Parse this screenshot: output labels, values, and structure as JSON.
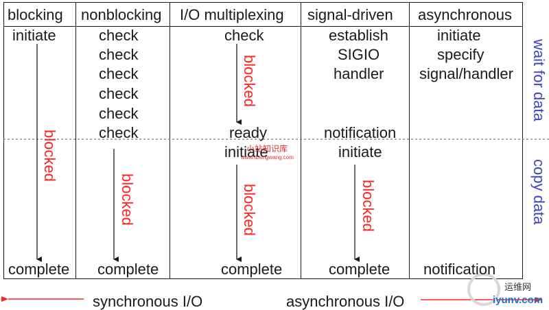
{
  "headers": [
    "blocking",
    "nonblocking",
    "I/O multiplexing",
    "signal-driven",
    "asynchronous"
  ],
  "blocking": {
    "initiate": "initiate",
    "blocked": "blocked",
    "complete": "complete"
  },
  "nonblocking": {
    "checks": [
      "check",
      "check",
      "check",
      "check",
      "check",
      "check"
    ],
    "blocked": "blocked",
    "complete": "complete"
  },
  "multiplexing": {
    "check": "check",
    "blocked1": "blocked",
    "ready": "ready",
    "initiate": "initiate",
    "blocked2": "blocked",
    "complete": "complete"
  },
  "signal_driven": {
    "establish": "establish",
    "sigio": "SIGIO",
    "handler": "handler",
    "notification": "notification",
    "initiate": "initiate",
    "blocked": "blocked",
    "complete": "complete"
  },
  "asynchronous": {
    "initiate": "initiate",
    "specify": "specify",
    "signal_handler": "signal/handler",
    "notification": "notification"
  },
  "side_labels": {
    "wait": "wait for data",
    "copy": "copy data"
  },
  "bottom": {
    "sync": "synchronous I/O",
    "async": "asynchronous I/O"
  },
  "watermark_center": {
    "cn": "小站知识库",
    "url": "www.tbxingwang.com"
  },
  "watermark_corner": {
    "cn": "运维网",
    "url": "iyunv.com"
  },
  "colors": {
    "red": "#ff2020",
    "blue": "#4040c8",
    "text": "#1a1a1a"
  }
}
